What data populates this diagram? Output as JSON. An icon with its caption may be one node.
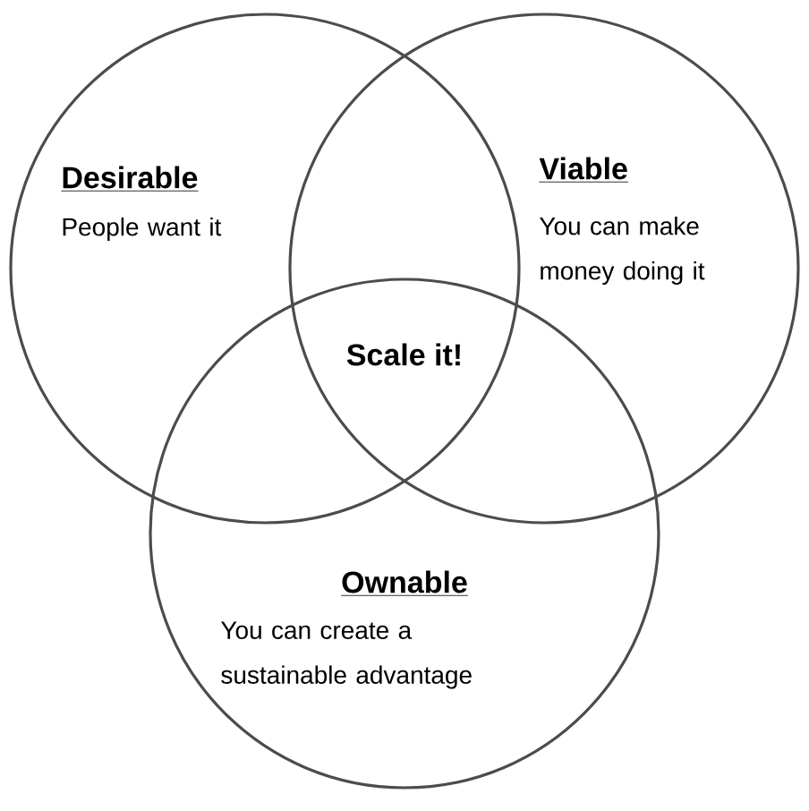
{
  "diagram": {
    "nodes": [
      {
        "text": [
          "Desirable",
          "People want it"
        ]
      },
      {
        "text": [
          "Viable",
          "You can make money doing it"
        ]
      },
      {
        "text": [
          "Ownable",
          "You can create a sustainable advantage"
        ]
      }
    ],
    "labels": [
      "Scale it!"
    ]
  }
}
